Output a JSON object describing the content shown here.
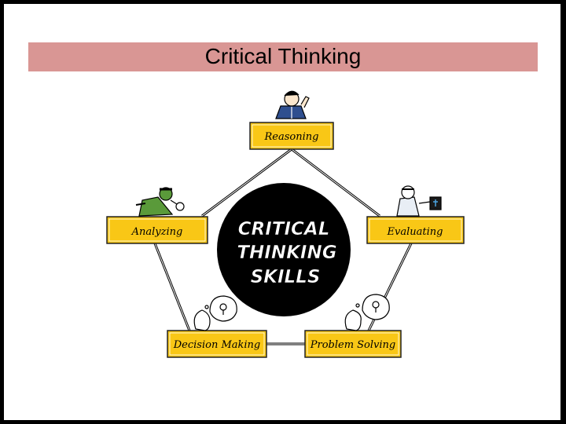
{
  "slide": {
    "title": "Critical Thinking"
  },
  "diagram": {
    "center": {
      "line1": "CRITICAL",
      "line2": "THINKING",
      "line3": "SKILLS"
    },
    "nodes": {
      "reasoning": "Reasoning",
      "analyzing": "Analyzing",
      "evaluating": "Evaluating",
      "decision_making": "Decision Making",
      "problem_solving": "Problem Solving"
    }
  },
  "colors": {
    "title_bar": "#d99694",
    "node_fill": "#f9c716",
    "center_circle": "#000000",
    "frame": "#000000"
  }
}
